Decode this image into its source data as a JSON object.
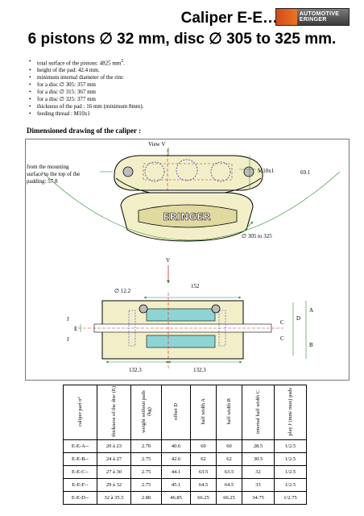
{
  "header": {
    "title_line1": "Caliper E-E…",
    "title_line2": "6 pistons ∅ 32 mm, disc ∅ 305 to 325 mm.",
    "logo_text": "AUTOMOTIVE ERINGER"
  },
  "specs": [
    "total surface of the pistons: 4825 mm².",
    "height of the pad: 42.4 mm.",
    "minimum internal diameter of the rim:",
    "for a disc ∅ 305: 357 mm",
    "for a disc ∅ 315: 367 mm",
    "for a disc ∅ 325: 377 mm",
    "thickness of the pad : 16 mm (minimum 8mm).",
    "feeding thread : M10x1"
  ],
  "section_heading": "Dimensioned drawing of the caliper :",
  "drawing": {
    "view_label": "View V",
    "mounting_note": [
      "from the mounting",
      "surface to the top of the",
      "padding: 57.8"
    ],
    "thread_label": "M10x1",
    "dim_69": "69.1",
    "brand_text": "ERINGER",
    "disc_label": "∅ 305 to 325",
    "v_label": "V",
    "dia_label": "∅ 12.2",
    "dim_152": "152",
    "label_j": "J",
    "label_e": "E",
    "label_c": "C",
    "label_d": "D",
    "label_a": "A",
    "label_b": "B",
    "dim_132": "132.3"
  },
  "table": {
    "headers": [
      "caliper part n°",
      "thickness of the disc (E)",
      "weight without pads (kg)",
      "offset D",
      "half width A",
      "half width B",
      "internal half width C",
      "play J (mm/ max) pads"
    ],
    "rows": [
      [
        "E-E-A--",
        "20 à 23",
        "2.70",
        "40.6",
        "60",
        "60",
        "28.5",
        "1/2.5"
      ],
      [
        "E-E-B--",
        "24 à 27",
        "2.75",
        "42.6",
        "62",
        "62",
        "30.5",
        "1/2.5"
      ],
      [
        "E-E-C--",
        "27 à 30",
        "2.75",
        "44.1",
        "63.5",
        "63.5",
        "32",
        "1/2.5"
      ],
      [
        "E-E-F--",
        "29 à 32",
        "2.75",
        "45.1",
        "64.5",
        "64.5",
        "33",
        "1/2.5"
      ],
      [
        "E-E-D--",
        "32 à 35.5",
        "2.80",
        "46.85",
        "66.25",
        "66.25",
        "34.75",
        "1/2.75"
      ]
    ]
  },
  "colors": {
    "caliper_fill": "#f2efc8",
    "piston_fill": "#8fd4d4",
    "dim_line": "#2e8b2e",
    "axis_red": "#cc2222",
    "hidden_blue": "#3344bb"
  }
}
